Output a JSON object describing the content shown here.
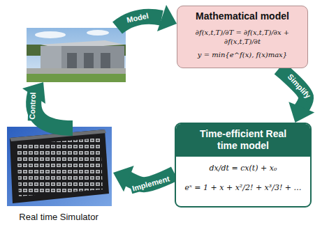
{
  "diagram": {
    "nodes": [
      {
        "text": [
          "Mathematical model",
          "∂f(x,t,T)/∂T = ∂f(x,t,T)/∂x + ∂f(x,t,T)/∂t",
          "y = min{e^f(x), f(x)max}"
        ]
      },
      {
        "text": [
          "Time-efficient Real time model",
          "dx/dt = cx(t) + x₀",
          "eˣ = 1 + x + x²/2! + x³/3! + …"
        ]
      },
      {
        "text": [
          "Real time Simulator"
        ]
      }
    ],
    "edges": [
      {
        "from": 0,
        "to": 1,
        "arrow": "to",
        "label": "Simplify"
      },
      {
        "from": 1,
        "to": 2,
        "arrow": "to",
        "label": "Implement"
      }
    ],
    "labels": [
      "Model",
      "Control"
    ]
  }
}
